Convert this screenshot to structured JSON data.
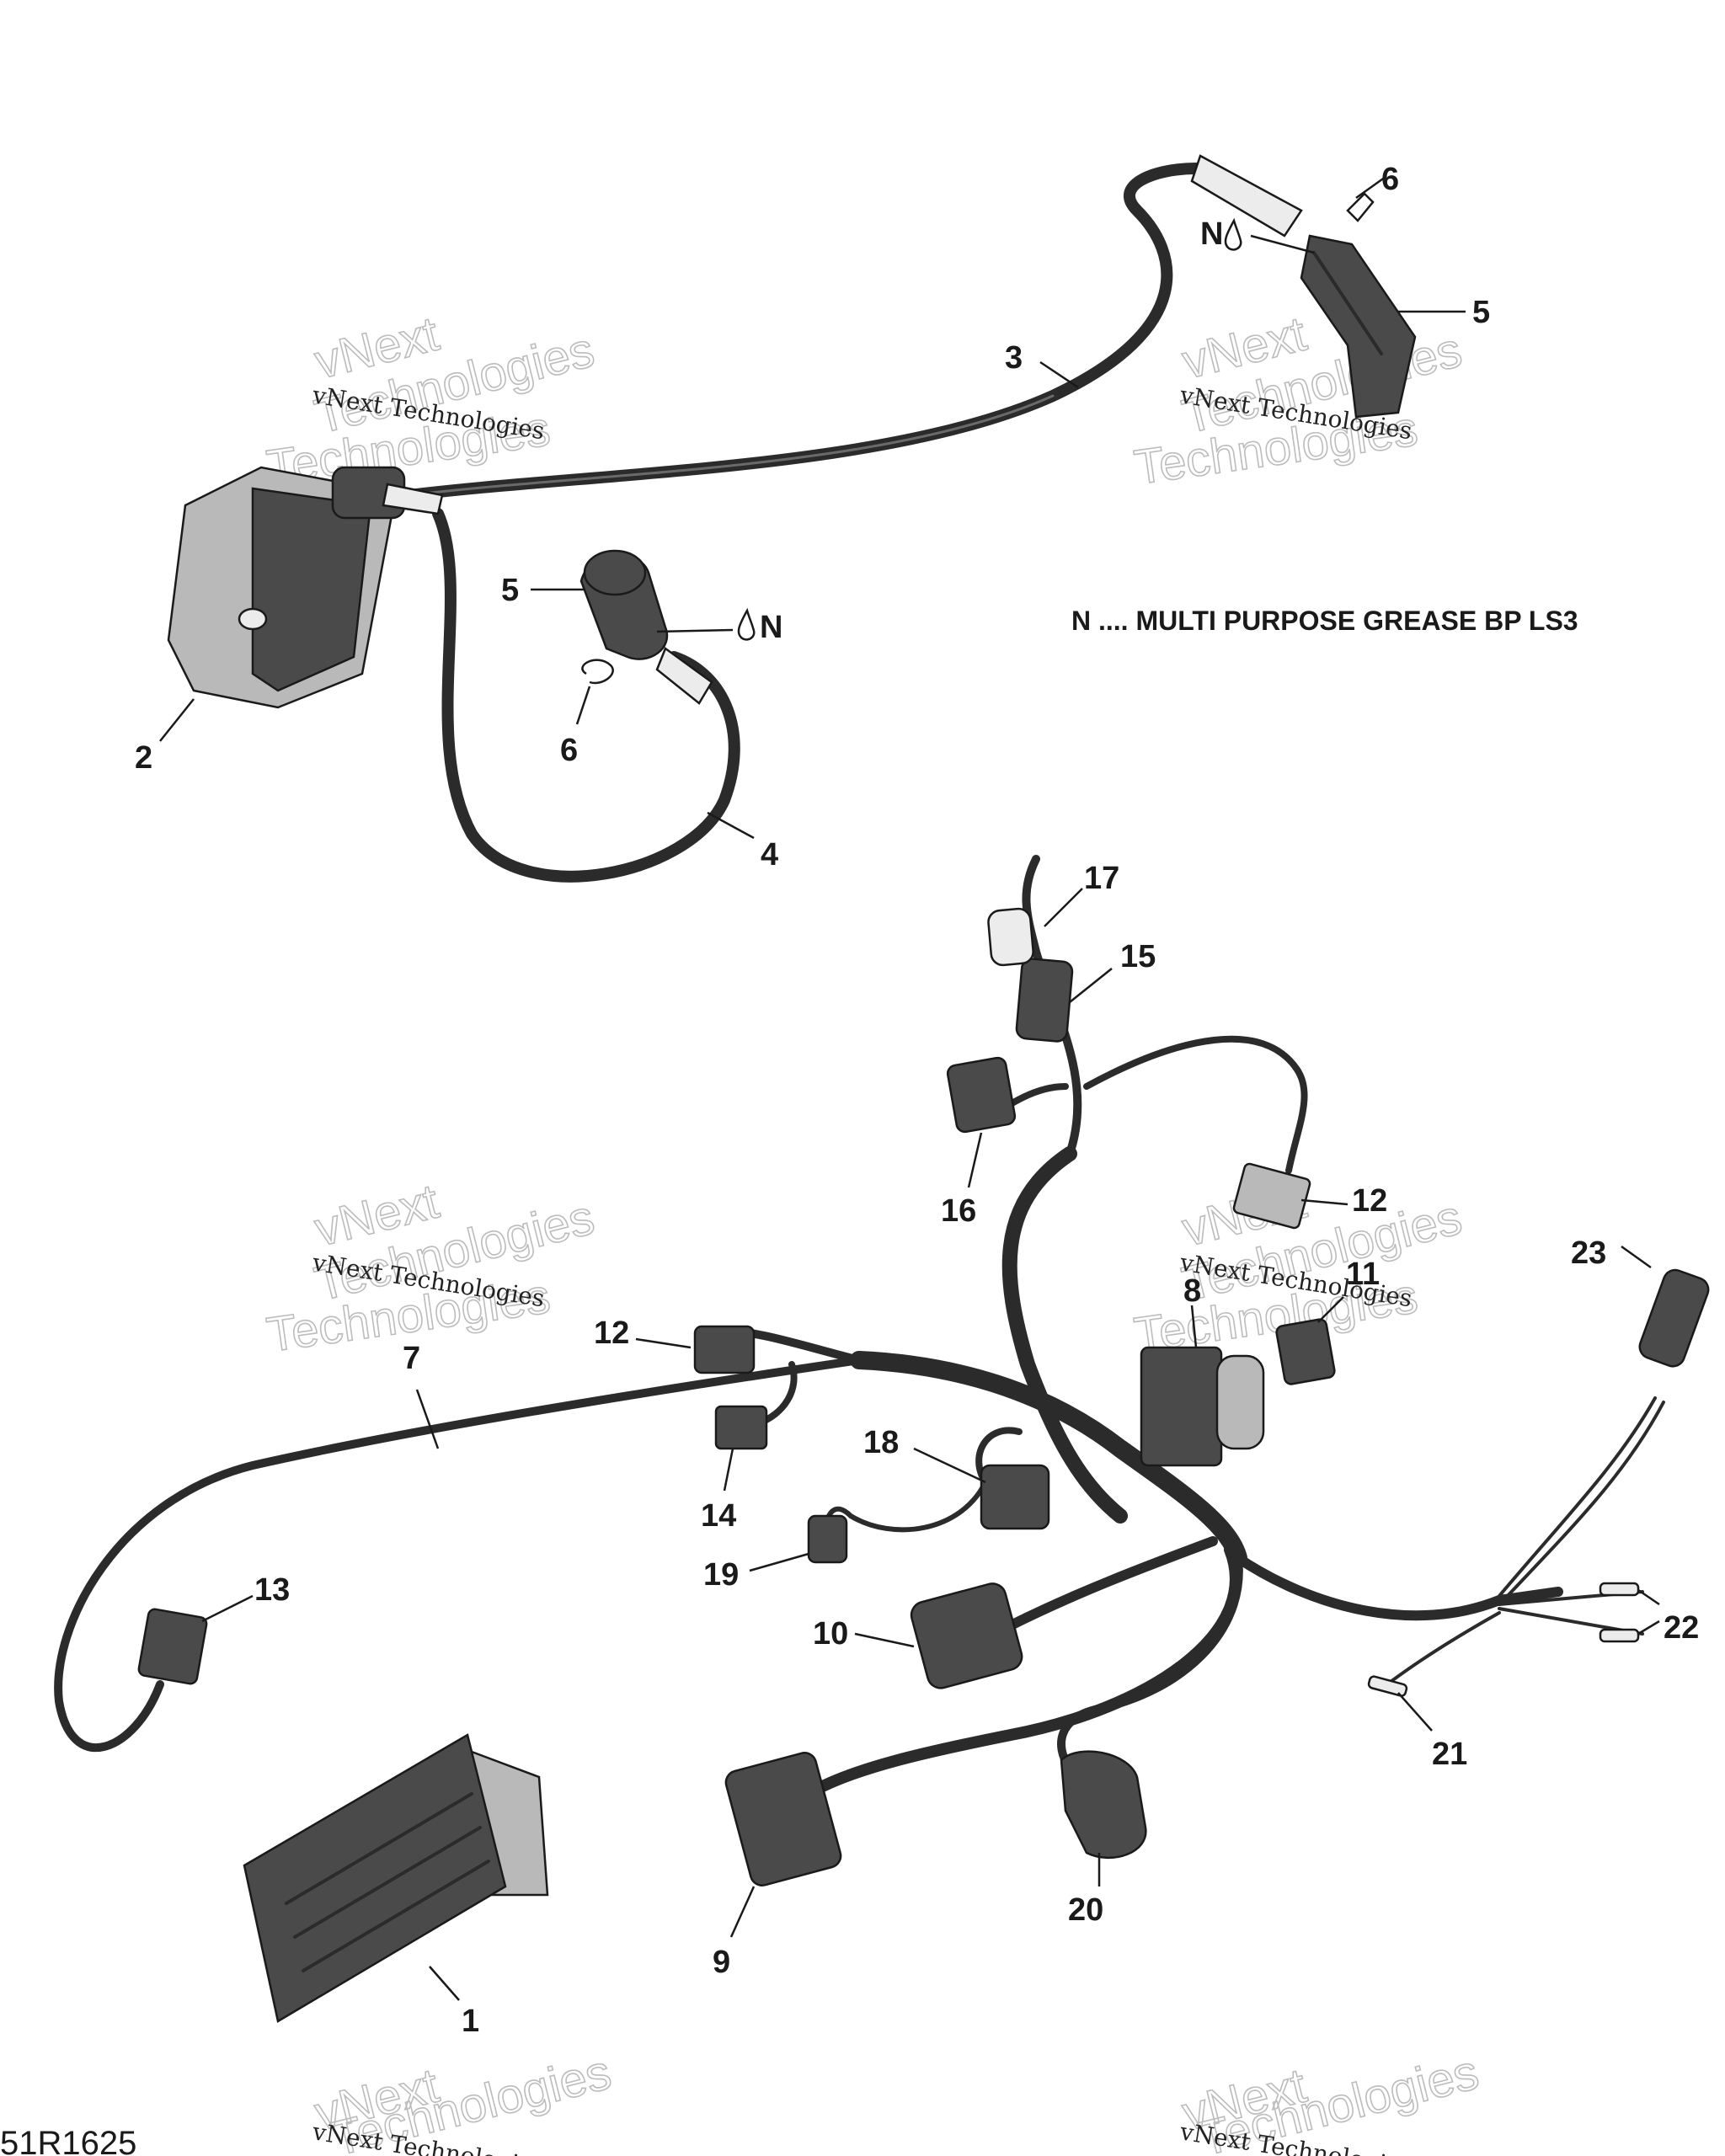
{
  "callouts": {
    "c1": "1",
    "c2": "2",
    "c3": "3",
    "c4": "4",
    "c5a": "5",
    "c5b": "5",
    "c6a": "6",
    "c6b": "6",
    "c7": "7",
    "c8": "8",
    "c9": "9",
    "c10": "10",
    "c11": "11",
    "c12a": "12",
    "c12b": "12",
    "c13": "13",
    "c14": "14",
    "c15": "15",
    "c16": "16",
    "c17": "17",
    "c18": "18",
    "c19": "19",
    "c20": "20",
    "c21": "21",
    "c22": "22",
    "c23": "23"
  },
  "grease_markers": {
    "upper": "N",
    "lower": "N"
  },
  "note": {
    "text": "N .... MULTI PURPOSE GREASE BP LS3"
  },
  "watermark": {
    "company": "vNext Technologies",
    "brand_word": "vNext",
    "brand_word2": "Technologies"
  },
  "reference": {
    "code": "51R1625"
  },
  "colors": {
    "line": "#1a1a1a",
    "part_dark": "#4a4a4a",
    "part_light": "#b9b9b9",
    "watermark_outline": "#bcbcbc"
  }
}
